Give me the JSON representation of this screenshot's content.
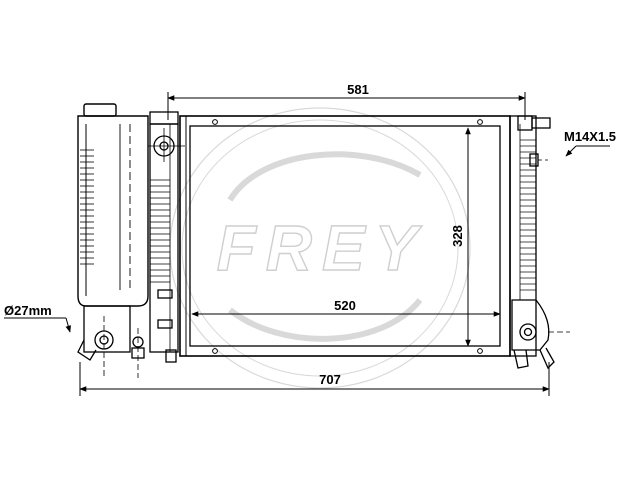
{
  "diagram": {
    "watermark": "FREY",
    "dimensions": {
      "top_width": "581",
      "height": "328",
      "core_width": "520",
      "overall_width": "707",
      "pipe_diameter": "Ø27mm",
      "thread": "M14X1.5"
    },
    "colors": {
      "line": "#000000",
      "watermark": "#cfcfcf",
      "background": "#ffffff"
    }
  }
}
